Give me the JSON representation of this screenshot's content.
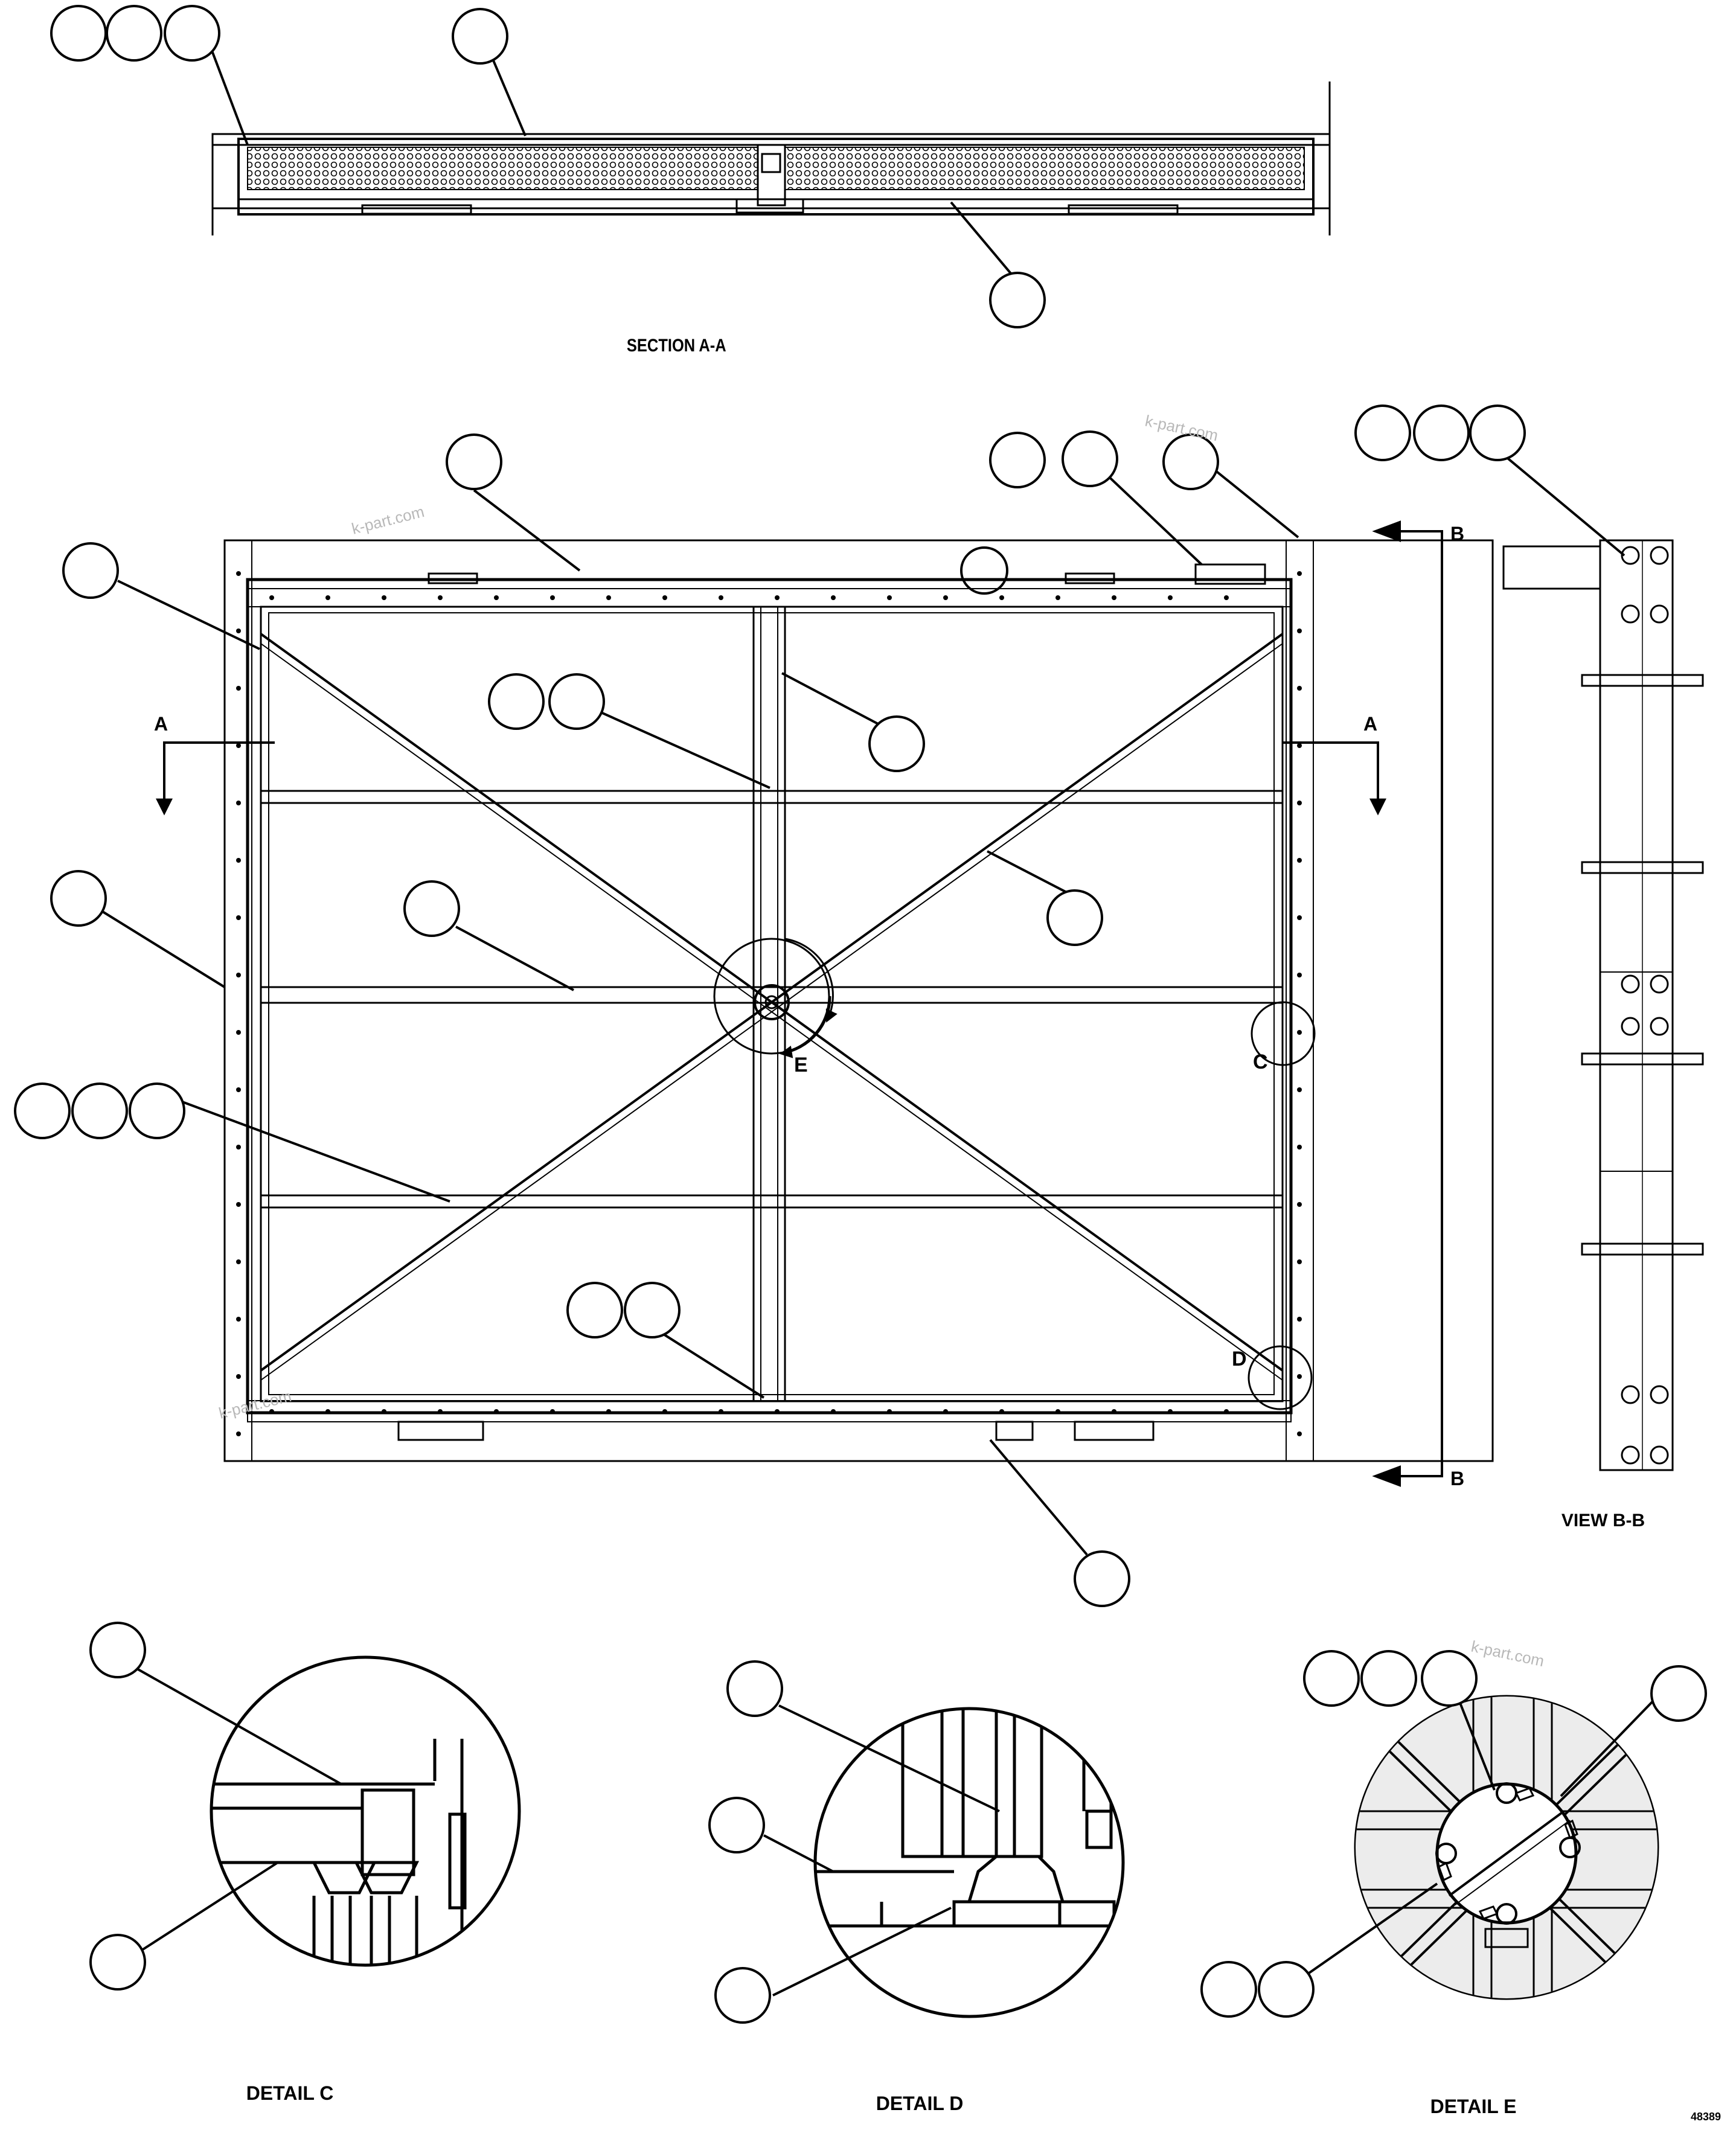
{
  "labels": {
    "section_aa": "SECTION A-A",
    "view_bb": "VIEW B-B",
    "detail_c": "DETAIL C",
    "detail_d": "DETAIL D",
    "detail_e": "DETAIL E",
    "drawing_number": "48389",
    "arrow_a_left": "A",
    "arrow_a_right": "A",
    "arrow_b_top": "B",
    "arrow_b_bottom": "B",
    "callout_c": "C",
    "callout_d": "D",
    "callout_e": "E"
  },
  "watermarks": [
    "k-part.com",
    "k-part.com",
    "k-part.com",
    "k-part.com"
  ],
  "colors": {
    "line": "#000000",
    "background": "#ffffff",
    "watermark": "#b8b8b8"
  }
}
